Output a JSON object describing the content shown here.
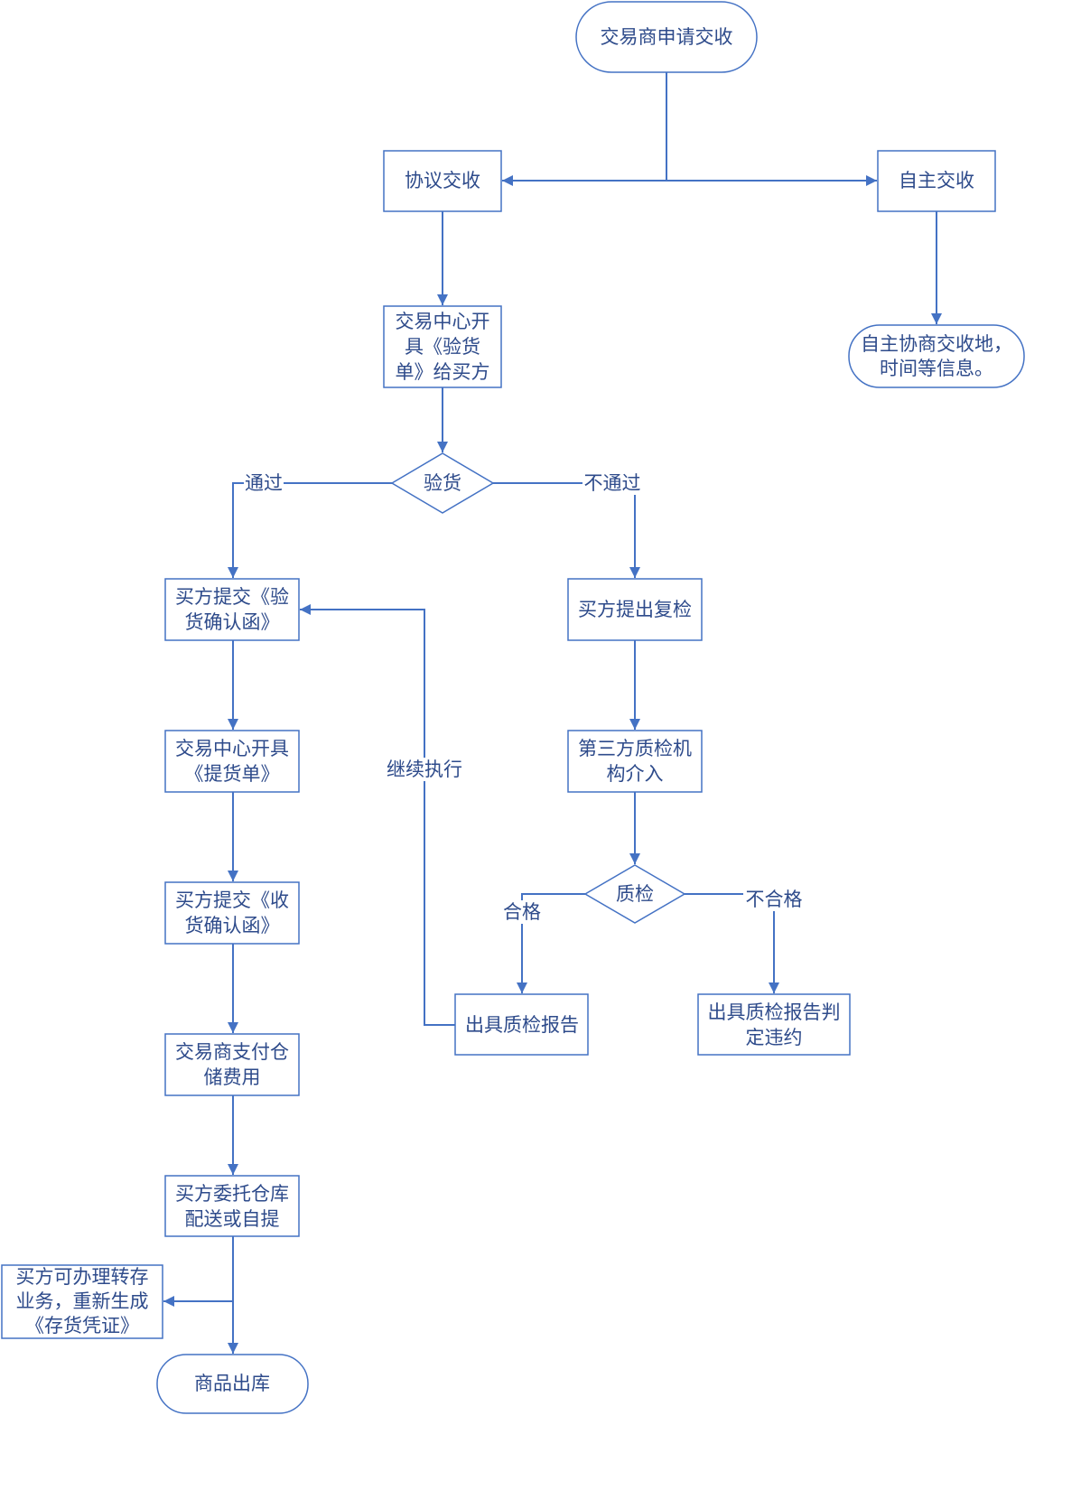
{
  "colors": {
    "line": "#4472C4",
    "text": "#2E4B8B",
    "fill": "#FFFFFF",
    "background": "#FFFFFF"
  },
  "nodes": {
    "start": {
      "lines": [
        "交易商申请交收"
      ]
    },
    "agreement": {
      "lines": [
        "协议交收"
      ]
    },
    "self": {
      "lines": [
        "自主交收"
      ]
    },
    "inspection_order": {
      "lines": [
        "交易中心开",
        "具《验货",
        "单》给买方"
      ]
    },
    "self_negotiate": {
      "lines": [
        "自主协商交收地，",
        "时间等信息。"
      ]
    },
    "decision_inspect": {
      "lines": [
        "验货"
      ]
    },
    "buyer_confirm": {
      "lines": [
        "买方提交《验",
        "货确认函》"
      ]
    },
    "recheck": {
      "lines": [
        "买方提出复检"
      ]
    },
    "bill": {
      "lines": [
        "交易中心开具",
        "《提货单》"
      ]
    },
    "third_party": {
      "lines": [
        "第三方质检机",
        "构介入"
      ]
    },
    "decision_qc": {
      "lines": [
        "质检"
      ]
    },
    "receipt": {
      "lines": [
        "买方提交《收",
        "货确认函》"
      ]
    },
    "report": {
      "lines": [
        "出具质检报告"
      ]
    },
    "breach": {
      "lines": [
        "出具质检报告判",
        "定违约"
      ]
    },
    "storage_fee": {
      "lines": [
        "交易商支付仓",
        "储费用"
      ]
    },
    "delivery": {
      "lines": [
        "买方委托仓库",
        "配送或自提"
      ]
    },
    "transfer": {
      "lines": [
        "买方可办理转存",
        "业务，重新生成",
        "《存货凭证》"
      ]
    },
    "end": {
      "lines": [
        "商品出库"
      ]
    }
  },
  "edge_labels": {
    "pass": "通过",
    "fail": "不通过",
    "continue": "继续执行",
    "qualified": "合格",
    "unqualified": "不合格"
  }
}
